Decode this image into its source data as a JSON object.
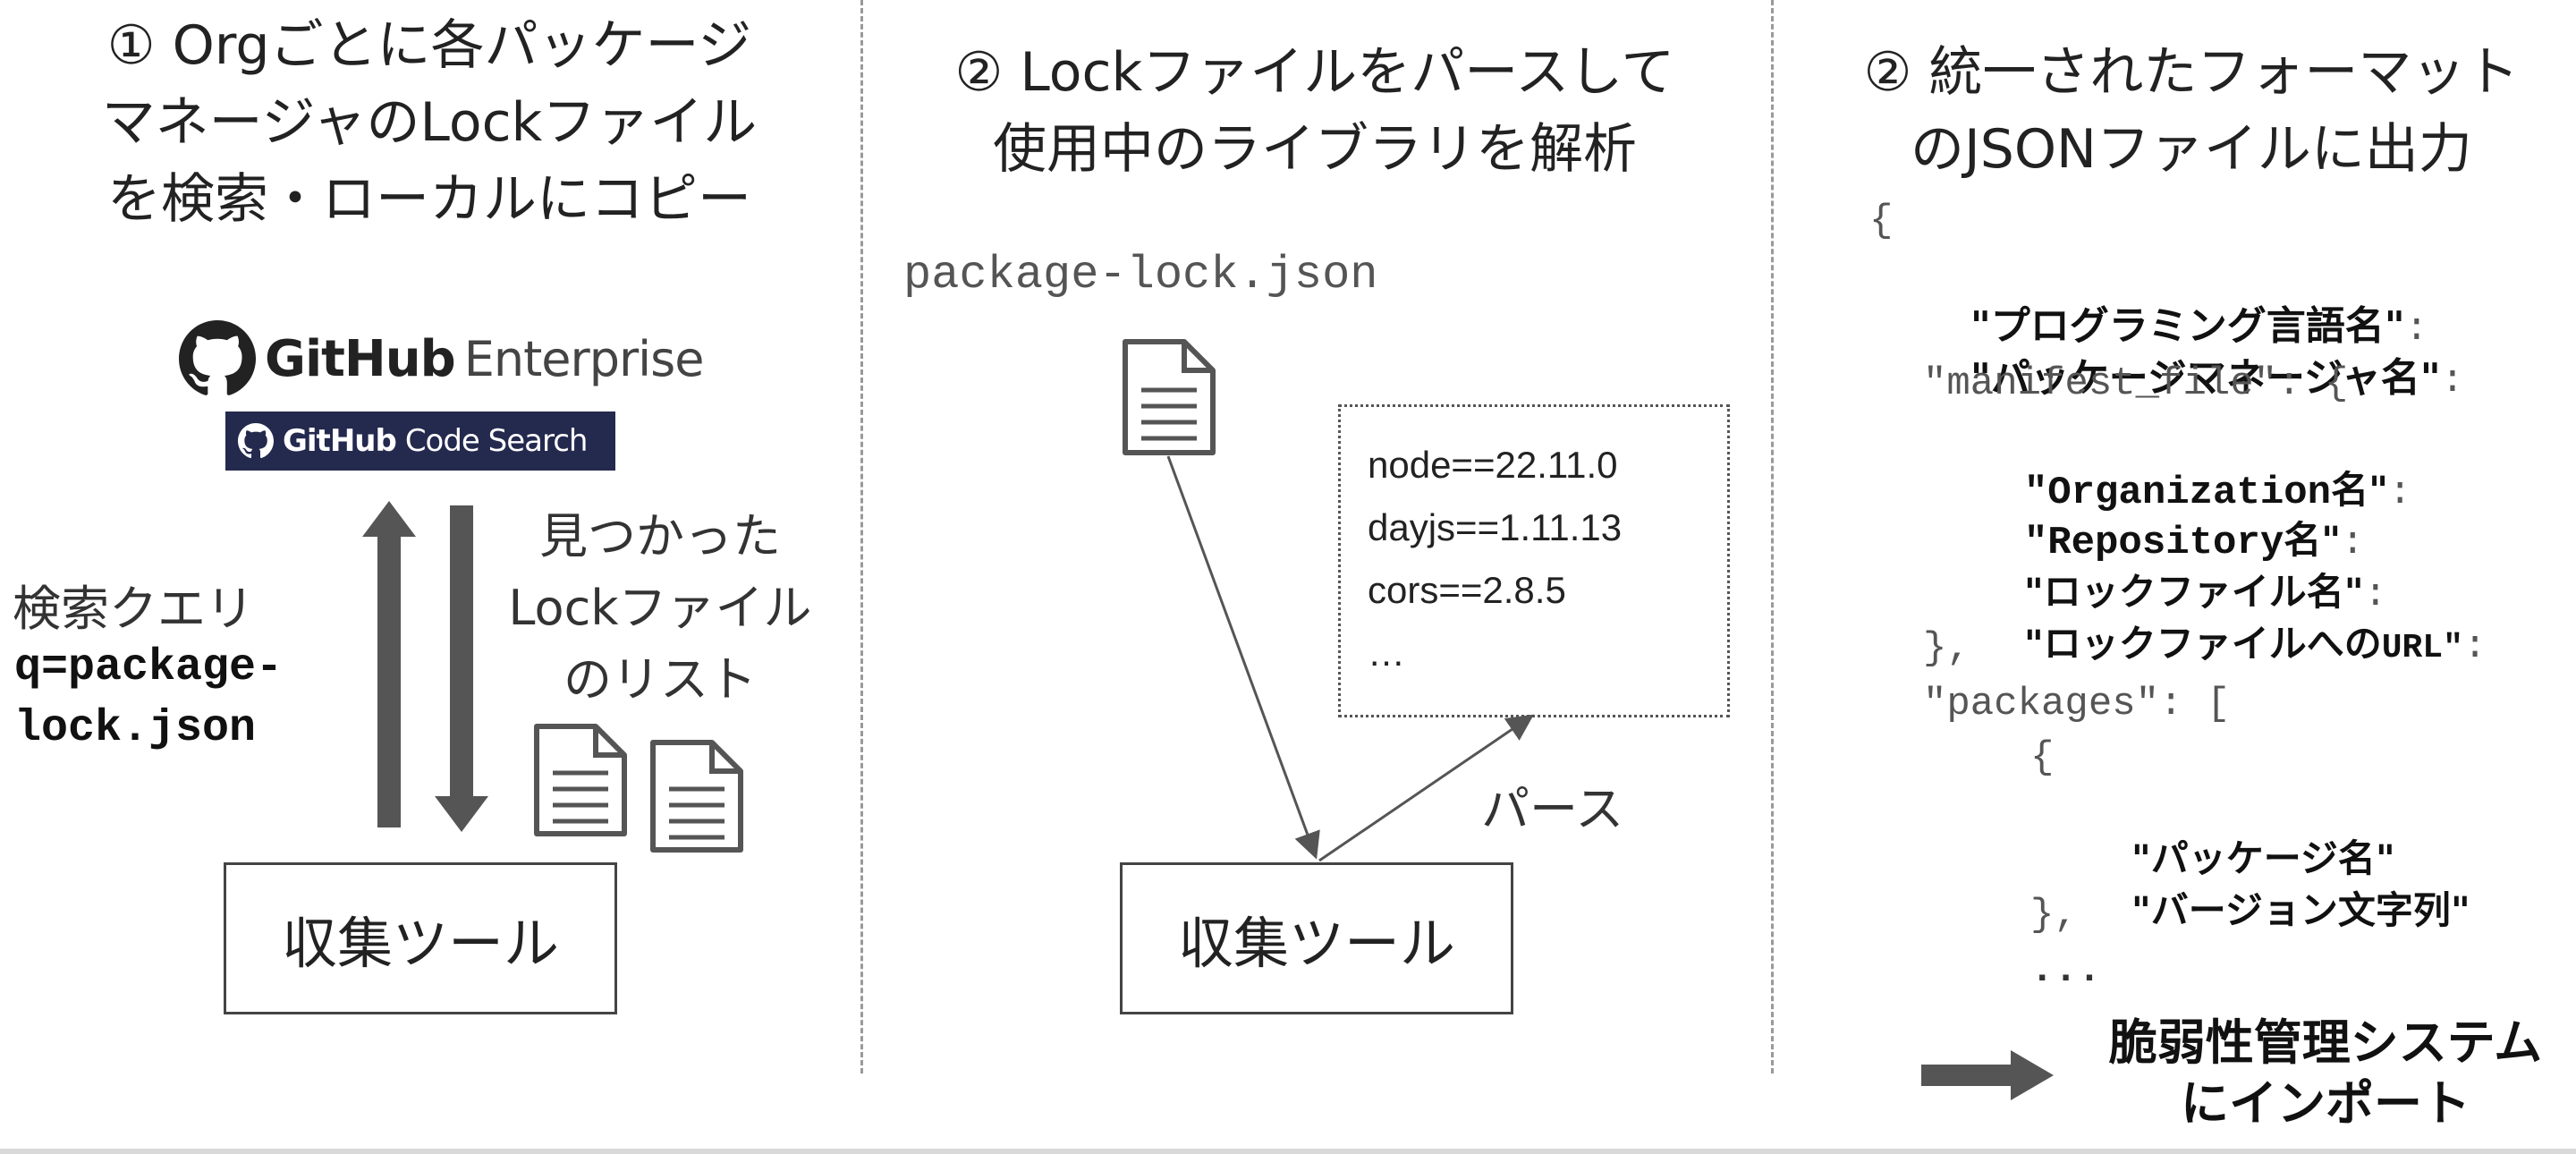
{
  "steps": [
    {
      "title": [
        "① Orgごとに各パッケージ",
        "マネージャのLockファイル",
        "を検索・ローカルにコピー"
      ]
    },
    {
      "title": [
        "② Lockファイルをパースして",
        "使用中のライブラリを解析"
      ]
    },
    {
      "title": [
        "② 統一されたフォーマット",
        "のJSONファイルに出力"
      ]
    }
  ],
  "col1": {
    "github_brand": "GitHub",
    "github_product": "Enterprise",
    "code_search_brand": "GitHub",
    "code_search_product": "Code Search",
    "query_label": "検索クエリ",
    "query_line1": "q=package-",
    "query_line2": "lock.json",
    "found_label": [
      "見つかった",
      "Lockファイル",
      "のリスト"
    ],
    "tool_label": "収集ツール"
  },
  "col2": {
    "filename": "package-lock.json",
    "packages": [
      "node==22.11.0",
      "dayjs==1.11.13",
      "cors==2.8.5",
      "…"
    ],
    "parse_label": "パース",
    "tool_label": "収集ツール"
  },
  "col3": {
    "open_brace": "{",
    "lang_key": "\"プログラミング言語名\"",
    "pm_key": "\"パッケージマネージャ名\"",
    "colon": ":",
    "manifest_key": "\"manifest_file\": {",
    "org_key_mono": "\"Organization",
    "org_key_jp": "名\"",
    "repo_key_mono": "\"Repository",
    "repo_key_jp": "名\"",
    "lock_name_key": "\"ロックファイル名\"",
    "lock_url_key_jp": "\"ロックファイルへの",
    "lock_url_key_mono": "URL\"",
    "close_manifest": "},",
    "packages_key": "\"packages\": [",
    "item_open": "{",
    "pkg_name_key": "\"パッケージ名\"",
    "version_key": "\"バージョン文字列\"",
    "item_close": "},",
    "ellipsis": "...",
    "import_label": [
      "脆弱性管理システム",
      "にインポート"
    ]
  }
}
